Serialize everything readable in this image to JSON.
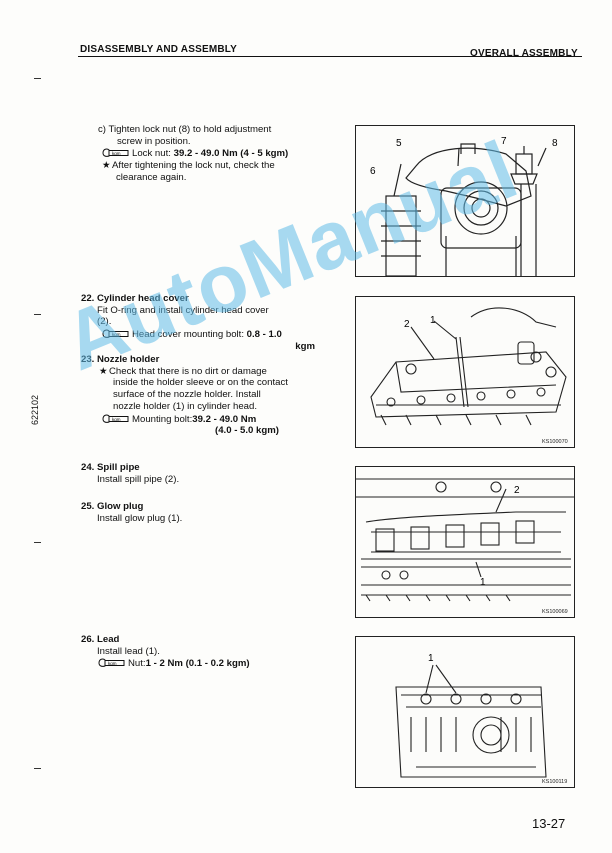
{
  "header": {
    "left": "DISASSEMBLY AND ASSEMBLY",
    "right": "OVERALL ASSEMBLY"
  },
  "side_code": "622102",
  "page_number": "13-27",
  "watermark": "AutoManual",
  "torque_icon_label": "kgm",
  "star": "★",
  "section_c": {
    "line1": "c)  Tighten lock nut (8) to hold adjustment",
    "line2": "screw in position.",
    "torque": "Lock nut: ",
    "torque_value": "39.2 - 49.0 Nm (4 - 5 kgm)",
    "note_line1": "After tightening the lock nut, check the",
    "note_line2": "clearance again."
  },
  "step22": {
    "title": "22. Cylinder head cover",
    "line1": "Fit O-ring and install cylinder head cover",
    "line2": "(2).",
    "torque": "Head cover mounting bolt: ",
    "torque_value1": "0.8 - 1.0",
    "torque_value2": "kgm"
  },
  "step23": {
    "title": "23. Nozzle holder",
    "note_line1": "Check that there is no dirt or damage",
    "note_line2": "inside the holder sleeve or on the contact",
    "note_line3": "surface of the nozzle holder. Install",
    "note_line4": "nozzle holder (1) in cylinder head.",
    "torque": "Mounting bolt:",
    "torque_value1": "39.2 - 49.0 Nm",
    "torque_value2": "(4.0 - 5.0 kgm)"
  },
  "step24": {
    "title": "24. Spill pipe",
    "line1": "Install spill pipe (2)."
  },
  "step25": {
    "title": "25. Glow plug",
    "line1": "Install glow plug (1)."
  },
  "step26": {
    "title": "26. Lead",
    "line1": "Install lead (1).",
    "torque": "Nut:",
    "torque_value": "1 - 2 Nm (0.1 - 0.2 kgm)"
  },
  "figures": {
    "fig1": {
      "labels": [
        "5",
        "6",
        "7",
        "8"
      ]
    },
    "fig2": {
      "labels": [
        "2",
        "1"
      ],
      "code": "KS100070"
    },
    "fig3": {
      "labels": [
        "2",
        "1"
      ],
      "code": "KS100069"
    },
    "fig4": {
      "labels": [
        "1"
      ],
      "code": "KS100119"
    }
  }
}
